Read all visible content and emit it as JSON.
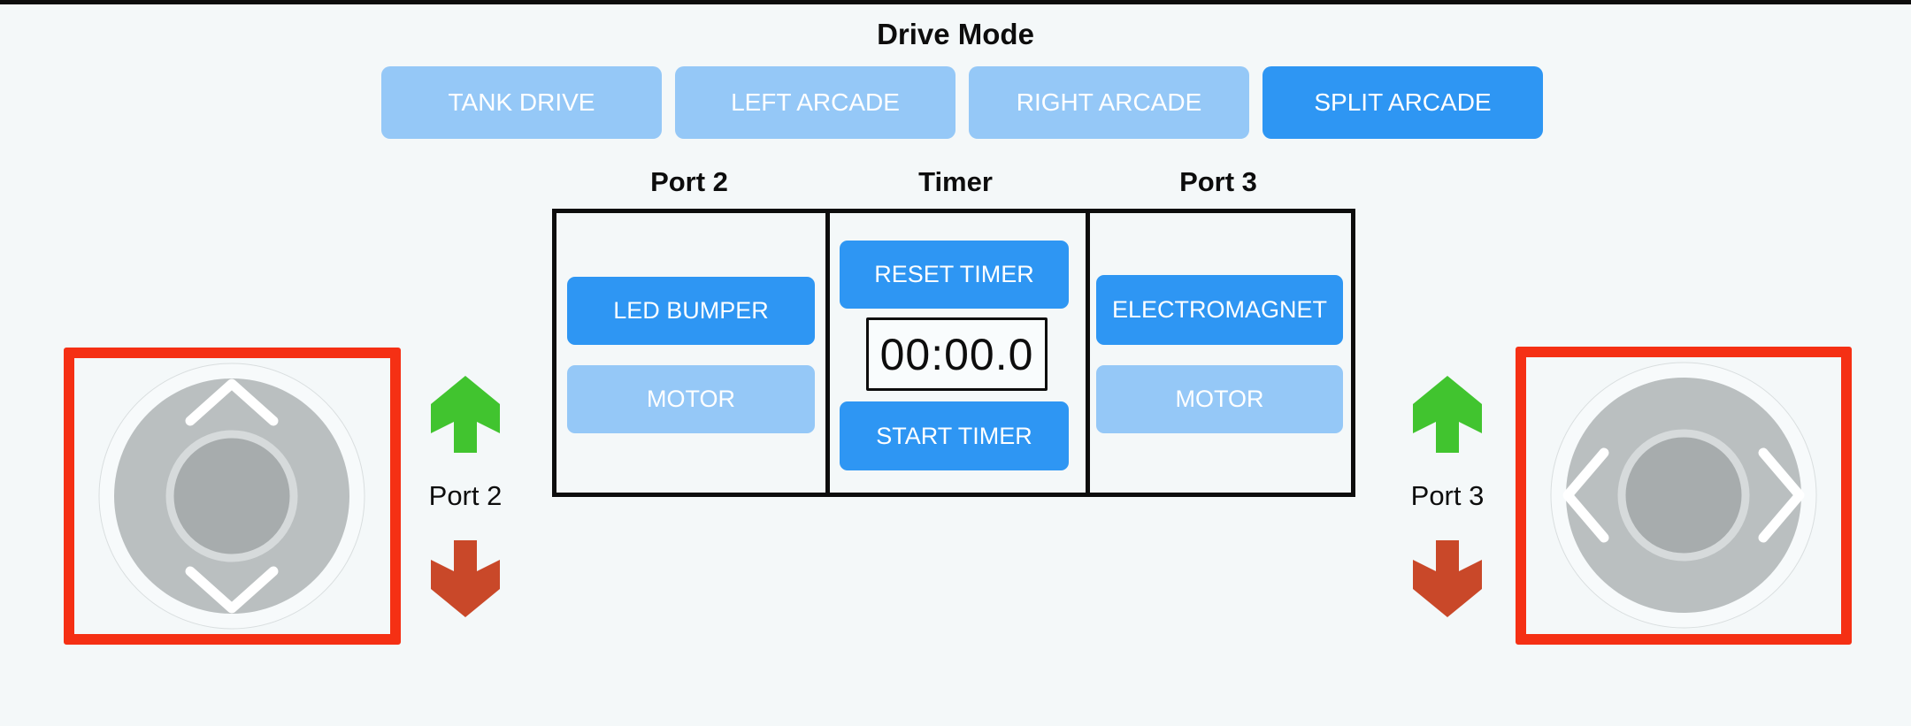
{
  "drive_mode": {
    "title": "Drive Mode",
    "buttons": [
      {
        "id": "tank-drive",
        "label": "TANK DRIVE",
        "active": false
      },
      {
        "id": "left-arcade",
        "label": "LEFT ARCADE",
        "active": false
      },
      {
        "id": "right-arcade",
        "label": "RIGHT ARCADE",
        "active": false
      },
      {
        "id": "split-arcade",
        "label": "SPLIT ARCADE",
        "active": true
      }
    ]
  },
  "device_panel": {
    "port2": {
      "header": "Port 2",
      "buttons": [
        {
          "label": "LED BUMPER",
          "active": true
        },
        {
          "label": "MOTOR",
          "active": false
        }
      ]
    },
    "timer": {
      "header": "Timer",
      "reset_button": "RESET TIMER",
      "display": "00:00.0",
      "start_button": "START TIMER"
    },
    "port3": {
      "header": "Port 3",
      "buttons": [
        {
          "label": "ELECTROMAGNET",
          "active": true
        },
        {
          "label": "MOTOR",
          "active": false
        }
      ]
    }
  },
  "joysticks": {
    "left": {
      "label": "Port 2",
      "axis": "vertical"
    },
    "right": {
      "label": "Port 3",
      "axis": "horizontal"
    }
  },
  "colors": {
    "background": "#f4f8f9",
    "button_active_blue": "#2e96f3",
    "button_inactive_blue": "#95c8f7",
    "zone_border_red": "#f53014",
    "up_arrow_green": "#41c42f",
    "down_arrow_red": "#c94829",
    "joystick_base_gray": "#babfc0",
    "joystick_knob_gray": "#a7acad",
    "panel_border_black": "#0d0d0d"
  }
}
